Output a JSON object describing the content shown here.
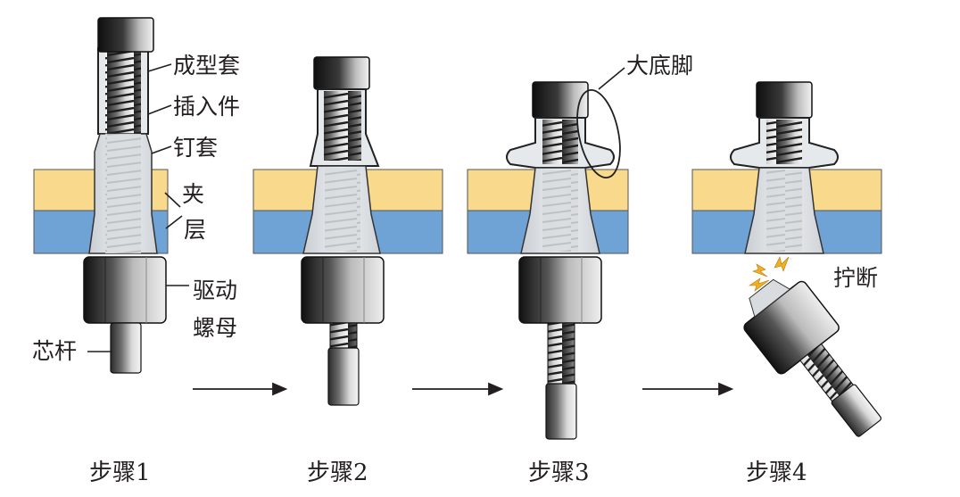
{
  "labels": {
    "forming_sleeve": "成型套",
    "insert": "插入件",
    "nail_sleeve": "钉套",
    "layer_a": "夹",
    "layer_b": "层",
    "drive_nut_a": "驱动",
    "drive_nut_b": "螺母",
    "core_rod": "芯杆",
    "bulb_foot": "大底脚",
    "break_off": "拧断"
  },
  "steps": [
    "步骤1",
    "步骤2",
    "步骤3",
    "步骤4"
  ],
  "colors": {
    "top_layer": "#f9d98b",
    "bottom_layer": "#6fa3d5",
    "metal_light": "#e4e7ea",
    "metal_dark": "#1c1c1c",
    "spark": "#f2b01e",
    "ink": "#231f20"
  }
}
